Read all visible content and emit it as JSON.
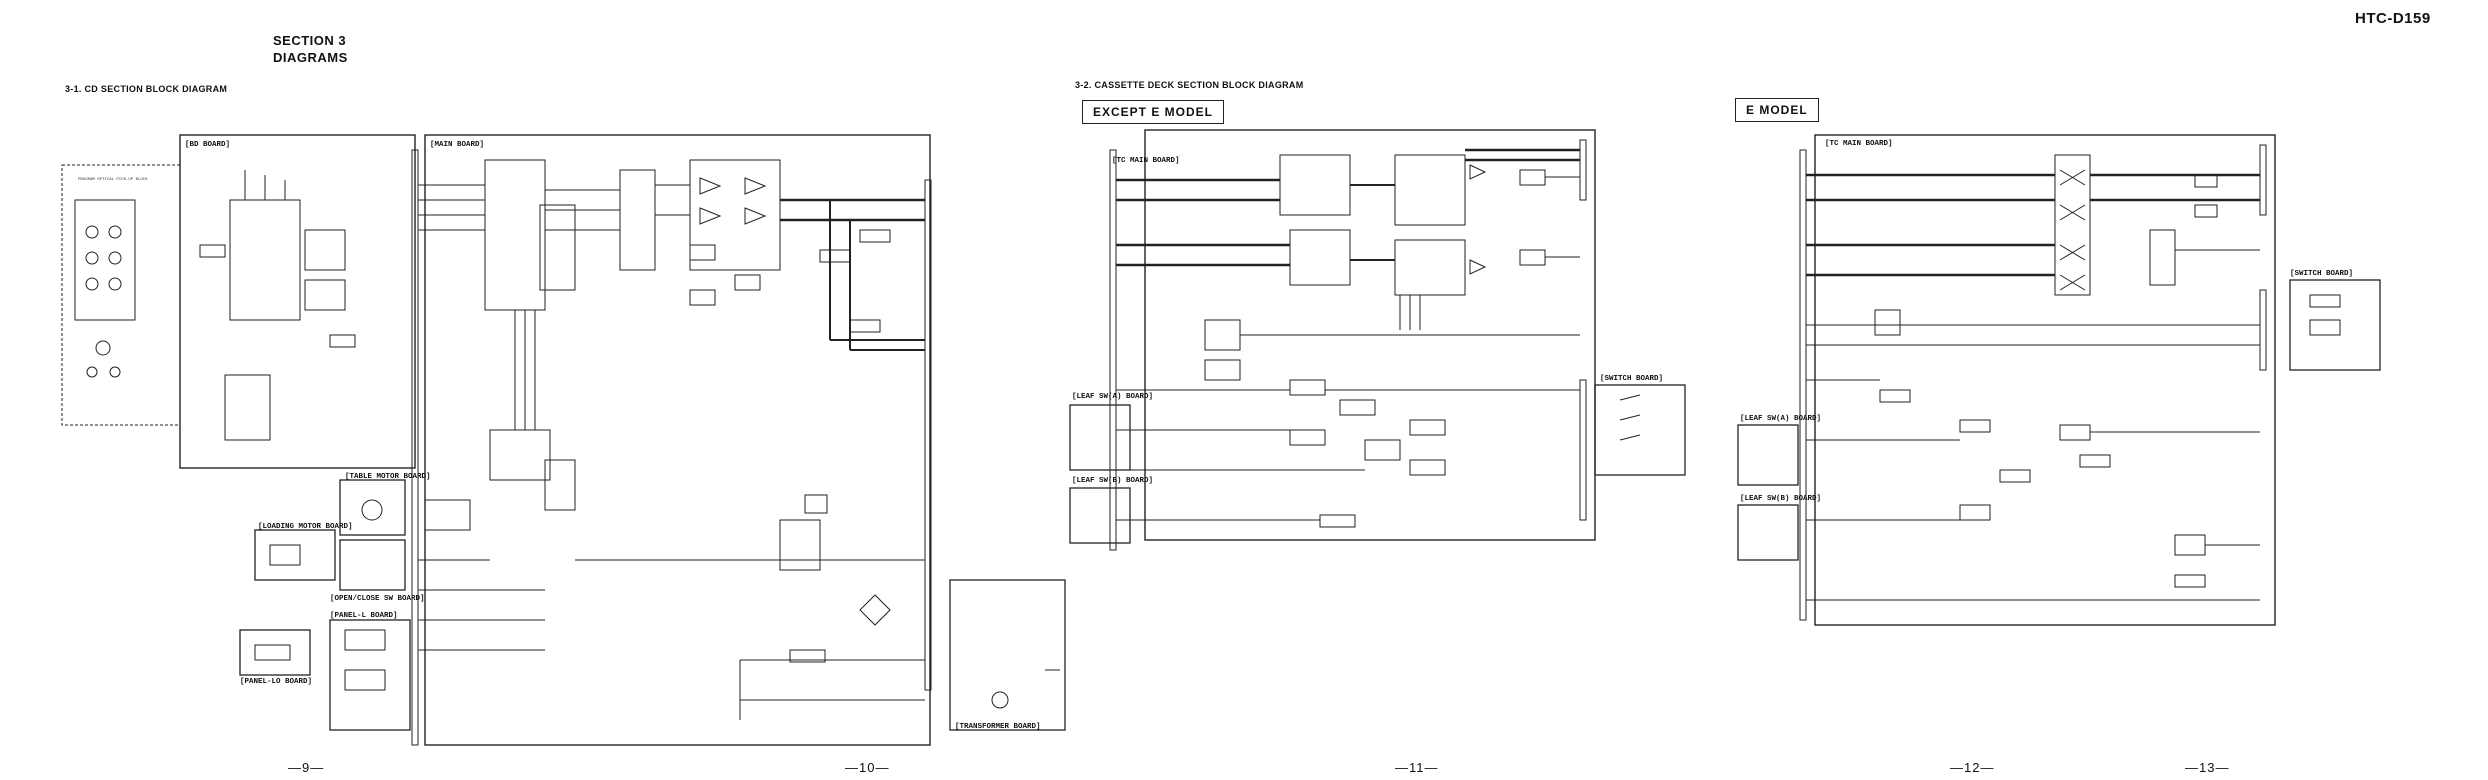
{
  "document": {
    "model": "HTC-D159",
    "section": "SECTION 3",
    "section_title": "DIAGRAMS"
  },
  "cd_diagram": {
    "heading": "3-1.  CD SECTION BLOCK DIAGRAM",
    "boards": {
      "bd": "[BD BOARD]",
      "main": "[MAIN BOARD]",
      "table_motor": "[TABLE MOTOR BOARD]",
      "loading_motor": "[LOADING MOTOR BOARD]",
      "open_close_sw": "[OPEN/CLOSE SW BOARD]",
      "panel_l": "[PANEL-L BOARD]",
      "panel_lo": "[PANEL-LO BOARD]",
      "transformer": "[TRANSFORMER BOARD]"
    },
    "side_note": "PROGRAM OPTICAL PICK-UP BLOCK"
  },
  "cassette_diagram": {
    "heading": "3-2.  CASSETTE DECK SECTION BLOCK DIAGRAM",
    "except_e": {
      "label": "EXCEPT E MODEL",
      "boards": {
        "tc_main": "[TC MAIN BOARD]",
        "switch": "[SWITCH BOARD]",
        "leaf_a": "[LEAF SW(A) BOARD]",
        "leaf_b": "[LEAF SW(B) BOARD]"
      }
    },
    "e_model": {
      "label": "E MODEL",
      "boards": {
        "tc_main": "[TC MAIN BOARD]",
        "switch": "[SWITCH BOARD]",
        "leaf_a": "[LEAF SW(A) BOARD]",
        "leaf_b": "[LEAF SW(B) BOARD]"
      }
    }
  },
  "page_numbers": [
    "—9—",
    "—10—",
    "—11—",
    "—12—",
    "—13—"
  ]
}
